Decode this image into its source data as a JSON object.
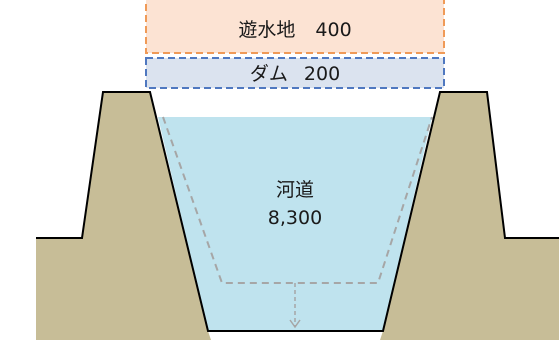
{
  "retarding_basin": {
    "label": "遊水地",
    "value": "400"
  },
  "dam": {
    "label": "ダム",
    "value": "200"
  },
  "river_channel": {
    "label": "河道",
    "value": "8,300"
  },
  "colors": {
    "embankment": "#c7bd97",
    "water": "#bfe3ee",
    "retarding_box_fill": "#fce3d3",
    "retarding_box_border": "#f09a57",
    "dam_box_fill": "#dbe3ef",
    "dam_box_border": "#4f78c0",
    "dashed_channel": "#a6a6a6"
  }
}
